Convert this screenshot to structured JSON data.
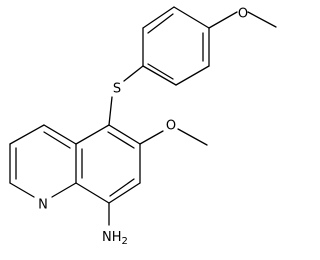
{
  "molecule": {
    "atoms": {
      "sulfur": "S",
      "ring_nitrogen": "N",
      "amine": {
        "main": "NH",
        "subscript": "2"
      }
    }
  }
}
